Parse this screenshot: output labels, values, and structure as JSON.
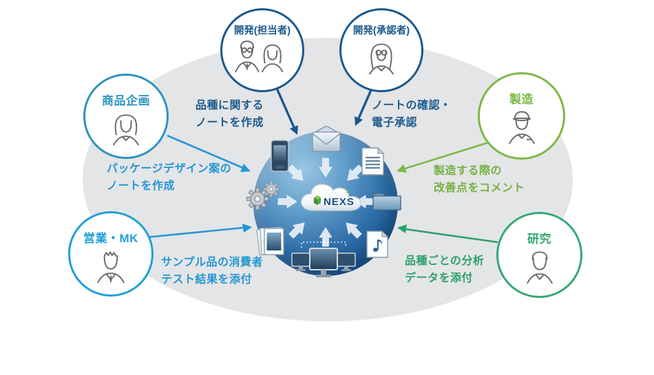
{
  "center": {
    "logo": "NEXS",
    "icons": [
      "envelope-icon",
      "smartphone-icon",
      "document-icon",
      "folder-icon",
      "music-file-icon",
      "monitors-icon",
      "photo-stack-icon",
      "gears-icon"
    ]
  },
  "colors": {
    "navy": "#1b588c",
    "mid_blue": "#2d93c0",
    "bright_blue": "#2496d4",
    "green": "#7cb845",
    "teal": "#2da06c",
    "bg_ellipse": "#e4e5e7",
    "sphere_dark": "#144676",
    "sphere_light": "#9cc6e4"
  },
  "roles": [
    {
      "id": "dev-author",
      "label": "開発(担当者)",
      "note": "品種に関する\nノートを作成"
    },
    {
      "id": "dev-approver",
      "label": "開発(承認者)",
      "note": "ノートの確認・\n電子承認"
    },
    {
      "id": "planning",
      "label": "商品企画",
      "note": "パッケージデザイン案の\nノートを作成"
    },
    {
      "id": "sales-mk",
      "label": "営業・MK",
      "note": "サンプル品の消費者\nテスト結果を添付"
    },
    {
      "id": "manufacturing",
      "label": "製造",
      "note": "製造する際の\n改善点をコメント"
    },
    {
      "id": "research",
      "label": "研究",
      "note": "品種ごとの分析\nデータを添付"
    }
  ]
}
